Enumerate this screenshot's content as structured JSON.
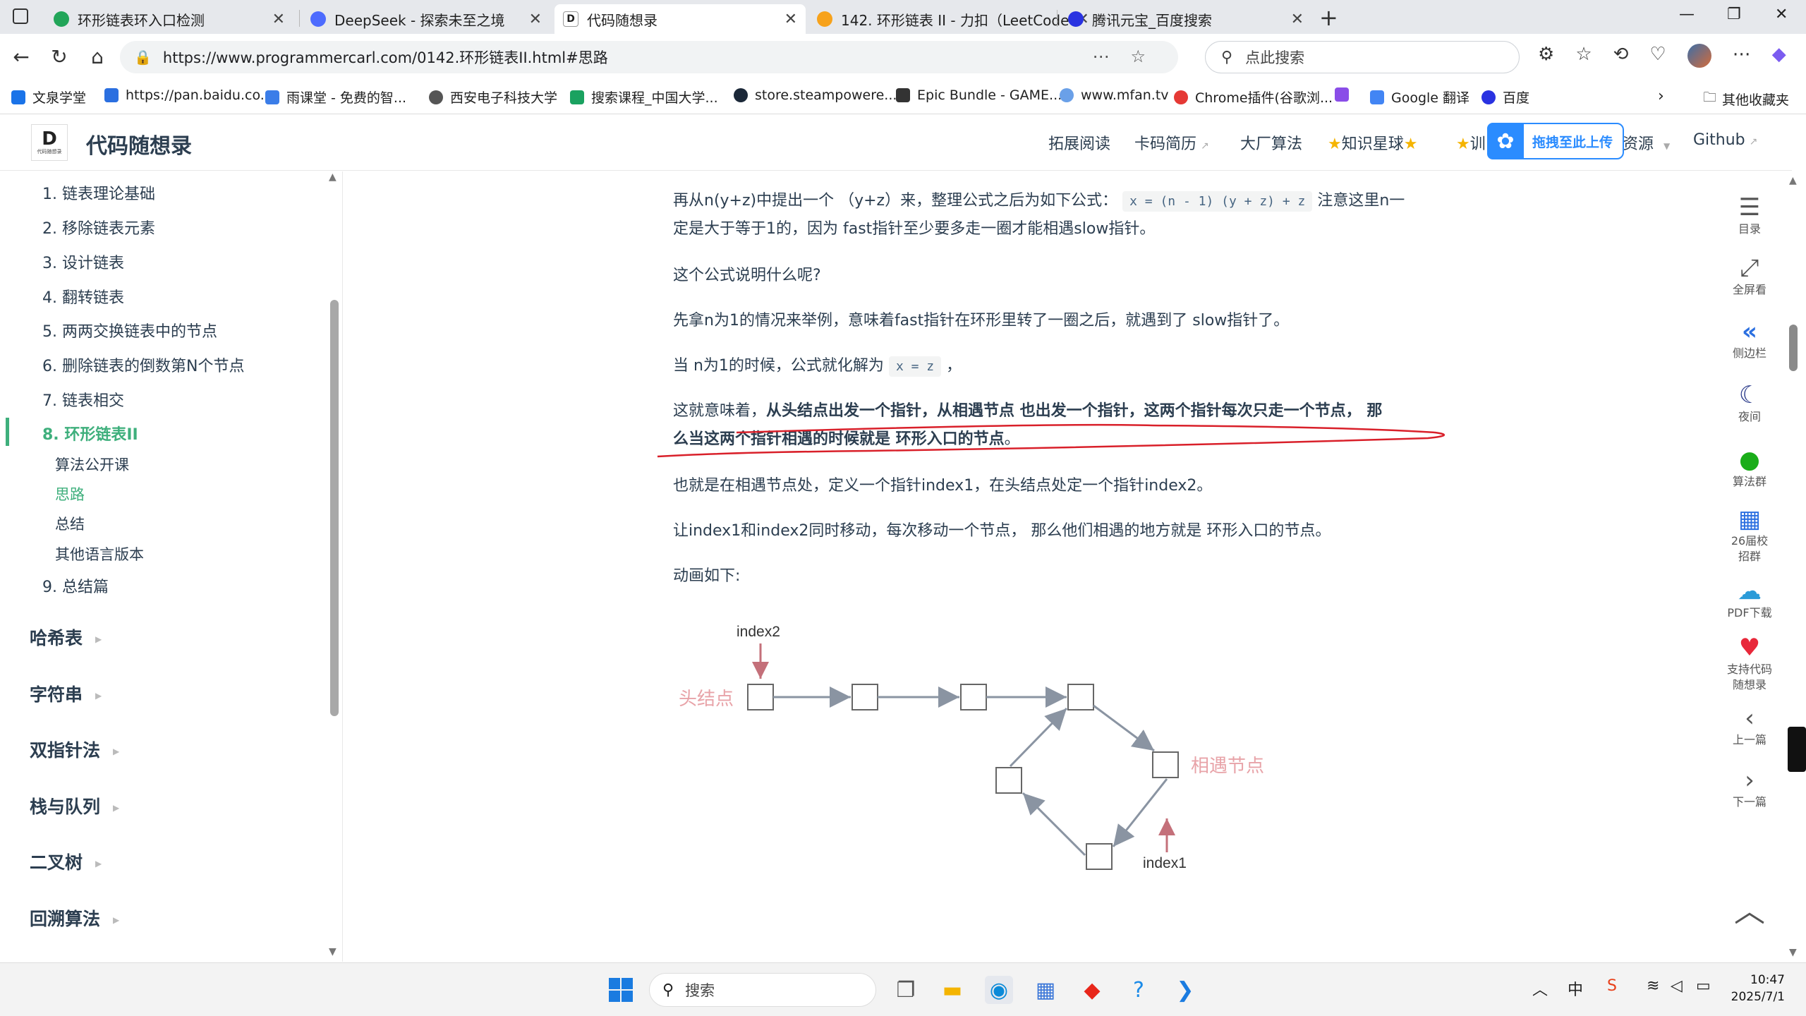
{
  "browser": {
    "tabs": [
      {
        "label": "环形链表环入口检测",
        "active": false
      },
      {
        "label": "DeepSeek - 探索未至之境",
        "active": false
      },
      {
        "label": "代码随想录",
        "active": true
      },
      {
        "label": "142. 环形链表 II - 力扣（LeetCode",
        "active": false
      },
      {
        "label": "腾讯元宝_百度搜索",
        "active": false
      }
    ],
    "url": "https://www.programmercarl.com/0142.环形链表II.html#思路",
    "search_placeholder": "点此搜索",
    "bookmarks": [
      {
        "label": "文泉学堂",
        "color": "#1a73e8"
      },
      {
        "label": "https://pan.baidu.co...",
        "color": "#2b6fe0"
      },
      {
        "label": "雨课堂 - 免费的智...",
        "color": "#3b7de8"
      },
      {
        "label": "西安电子科技大学",
        "color": "#555555"
      },
      {
        "label": "搜索课程_中国大学...",
        "color": "#1aa260"
      },
      {
        "label": "store.steampowere...",
        "color": "#1b2838"
      },
      {
        "label": "Epic Bundle - GAME...",
        "color": "#333333"
      },
      {
        "label": "www.mfan.tv",
        "color": "#6aa0e8"
      },
      {
        "label": "Chrome插件(谷歌浏...",
        "color": "#e53935"
      },
      {
        "label": "",
        "color": "#8a4de8"
      },
      {
        "label": "Google 翻译",
        "color": "#4285f4"
      },
      {
        "label": "百度",
        "color": "#2932e1"
      }
    ],
    "other_bookmarks": "其他收藏夹"
  },
  "site": {
    "logo_letter": "D",
    "logo_sub": "代码随想录",
    "title": "代码随想录",
    "nav": {
      "reading": "拓展阅读",
      "resume": "卡码简历",
      "algo": "大厂算法",
      "planet": "知识星球",
      "partial": "训",
      "resources": "资源",
      "github": "Github"
    },
    "upload_float": "拖拽至此上传"
  },
  "sidebar": {
    "items": [
      "1. 链表理论基础",
      "2. 移除链表元素",
      "3. 设计链表",
      "4. 翻转链表",
      "5. 两两交换链表中的节点",
      "6. 删除链表的倒数第N个节点",
      "7. 链表相交",
      "8. 环形链表II"
    ],
    "subitems": [
      "算法公开课",
      "思路",
      "总结",
      "其他语言版本"
    ],
    "item9": "9. 总结篇",
    "groups": [
      "哈希表",
      "字符串",
      "双指针法",
      "栈与队列",
      "二叉树",
      "回溯算法"
    ]
  },
  "content": {
    "p1a": "再从n(y+z)中提出一个 （y+z）来，整理公式之后为如下公式：",
    "p1code": "x = (n - 1) (y + z) + z",
    "p1b": "注意这里n一",
    "p1c": "定是大于等于1的，因为 fast指针至少要多走一圈才能相遇slow指针。",
    "p2": "这个公式说明什么呢?",
    "p3": "先拿n为1的情况来举例，意味着fast指针在环形里转了一圈之后，就遇到了 slow指针了。",
    "p4a": "当 n为1的时候，公式就化解为",
    "p4code": "x = z",
    "p4b": "，",
    "p5a": "这就意味着，",
    "p5b": "从头结点出发一个指针，从相遇节点 也出发一个指针，这两个指针每次只走一个节点， 那",
    "p5c": "么当这两个指针相遇的时候就是 环形入口的节点",
    "p5d": "。",
    "p6": "也就是在相遇节点处，定义一个指针index1，在头结点处定一个指针index2。",
    "p7": "让index1和index2同时移动，每次移动一个节点， 那么他们相遇的地方就是 环形入口的节点。",
    "p8": "动画如下:"
  },
  "diagram": {
    "index2": "index2",
    "index1": "index1",
    "head": "头结点",
    "meet": "相遇节点"
  },
  "right_toolbar": [
    {
      "icon": "list-icon",
      "label": "目录"
    },
    {
      "icon": "fullscreen-icon",
      "label": "全屏看"
    },
    {
      "icon": "sidebar-icon",
      "label": "侧边栏"
    },
    {
      "icon": "moon-icon",
      "label": "夜间"
    },
    {
      "icon": "wechat-icon",
      "label": "算法群"
    },
    {
      "icon": "recruit-icon",
      "label": "26届校招群"
    },
    {
      "icon": "cloud-download-icon",
      "label": "PDF下载"
    },
    {
      "icon": "heart-icon",
      "label": "支持代码随想录"
    },
    {
      "icon": "prev-icon",
      "label": "上一篇"
    },
    {
      "icon": "next-icon",
      "label": "下一篇"
    }
  ],
  "taskbar": {
    "search": "搜索",
    "ime": "中",
    "time": "10:47",
    "date": "2025/7/1"
  }
}
